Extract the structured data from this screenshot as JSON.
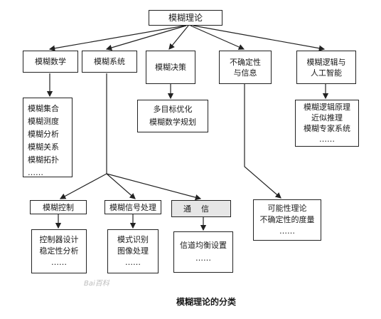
{
  "diagram": {
    "root": "模糊理论",
    "level1": {
      "math": "模糊数学",
      "system": "模糊系统",
      "decision": "模糊决策",
      "uncertainty": [
        "不确定性",
        "与信息"
      ],
      "logic": [
        "模糊逻辑与",
        "人工智能"
      ]
    },
    "details": {
      "math": [
        "模糊集合",
        "模糊测度",
        "模糊分析",
        "模糊关系",
        "模糊拓扑",
        "……"
      ],
      "decision": [
        "多目标优化",
        "模糊数学规划"
      ],
      "logic": [
        "模糊逻辑原理",
        "近似推理",
        "模糊专家系统",
        "……"
      ],
      "uncertainty": [
        "可能性理论",
        "不确定性的度量",
        "……"
      ]
    },
    "level2": {
      "control": "模糊控制",
      "signal": "模糊信号处理",
      "communication": "通信"
    },
    "level2_details": {
      "control": [
        "控制器设计",
        "稳定性分析",
        "……"
      ],
      "signal": [
        "模式识别",
        "图像处理",
        "……"
      ],
      "communication": [
        "信道均衡设置",
        "……"
      ]
    },
    "caption": "模糊理论的分类",
    "watermark": "Bai百科"
  }
}
